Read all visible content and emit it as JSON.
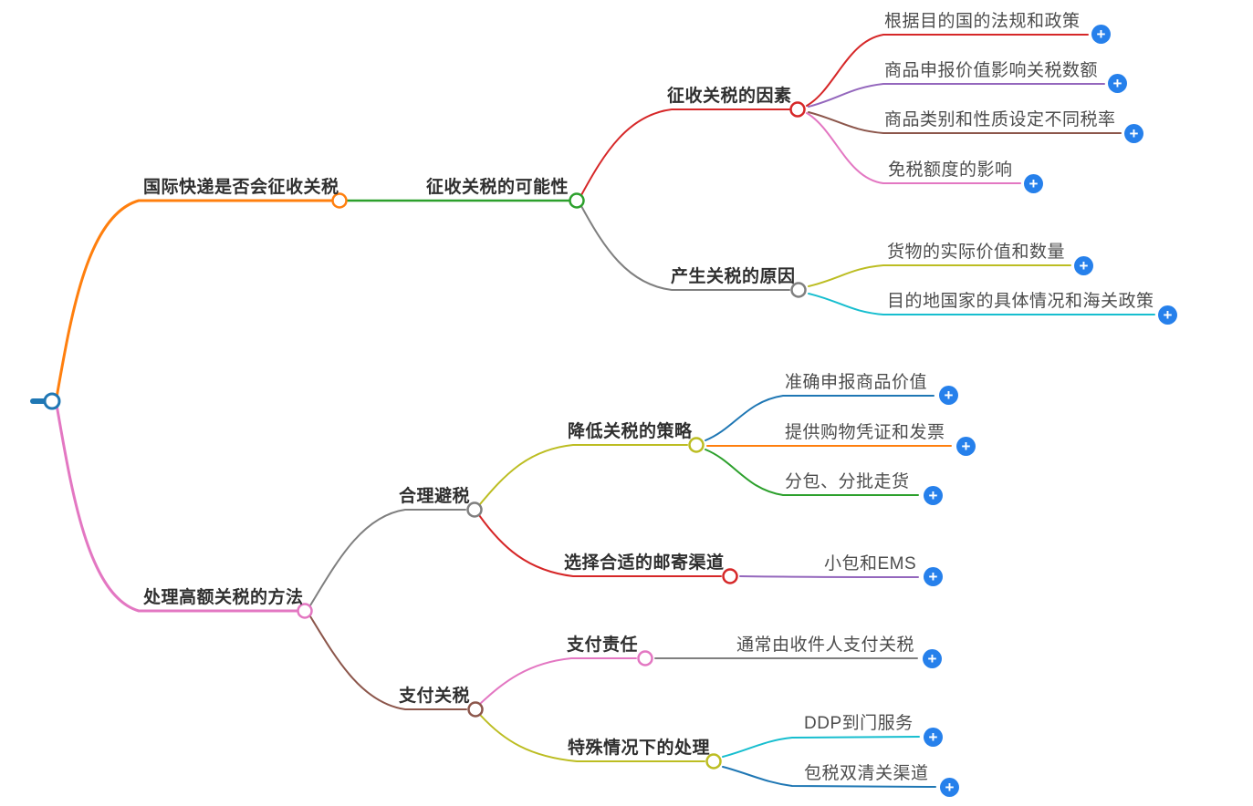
{
  "ui": {
    "plus": "+",
    "plus_button_color": "#2680eb",
    "background_color": "#ffffff",
    "branch_text_color": "#2f2f2f",
    "leaf_text_color": "#4d4d4d"
  },
  "tree": {
    "label": "",
    "color": "#1f77b4",
    "children": [
      {
        "label": "国际快递是否会征收关税",
        "color": "#ff7f0e",
        "children": [
          {
            "label": "征收关税的可能性",
            "color": "#2ca02c",
            "children": [
              {
                "label": "征收关税的因素",
                "color": "#d62728",
                "children": [
                  {
                    "label": "根据目的国的法规和政策",
                    "color": "#d62728"
                  },
                  {
                    "label": "商品申报价值影响关税数额",
                    "color": "#9467bd"
                  },
                  {
                    "label": "商品类别和性质设定不同税率",
                    "color": "#8c564b"
                  },
                  {
                    "label": "免税额度的影响",
                    "color": "#e377c2"
                  }
                ]
              },
              {
                "label": "产生关税的原因",
                "color": "#7f7f7f",
                "children": [
                  {
                    "label": "货物的实际价值和数量",
                    "color": "#bcbd22"
                  },
                  {
                    "label": "目的地国家的具体情况和海关政策",
                    "color": "#17becf"
                  }
                ]
              }
            ]
          }
        ]
      },
      {
        "label": "处理高额关税的方法",
        "color": "#e377c2",
        "children": [
          {
            "label": "合理避税",
            "color": "#7f7f7f",
            "children": [
              {
                "label": "降低关税的策略",
                "color": "#bcbd22",
                "children": [
                  {
                    "label": "准确申报商品价值",
                    "color": "#1f77b4"
                  },
                  {
                    "label": "提供购物凭证和发票",
                    "color": "#ff7f0e"
                  },
                  {
                    "label": "分包、分批走货",
                    "color": "#2ca02c"
                  }
                ]
              },
              {
                "label": "选择合适的邮寄渠道",
                "color": "#d62728",
                "children": [
                  {
                    "label": "小包和EMS",
                    "color": "#9467bd"
                  }
                ]
              }
            ]
          },
          {
            "label": "支付关税",
            "color": "#8c564b",
            "children": [
              {
                "label": "支付责任",
                "color": "#e377c2",
                "children": [
                  {
                    "label": "通常由收件人支付关税",
                    "color": "#7f7f7f"
                  }
                ]
              },
              {
                "label": "特殊情况下的处理",
                "color": "#bcbd22",
                "children": [
                  {
                    "label": "DDP到门服务",
                    "color": "#17becf"
                  },
                  {
                    "label": "包税双清关渠道",
                    "color": "#1f77b4"
                  }
                ]
              }
            ]
          }
        ]
      }
    ]
  }
}
